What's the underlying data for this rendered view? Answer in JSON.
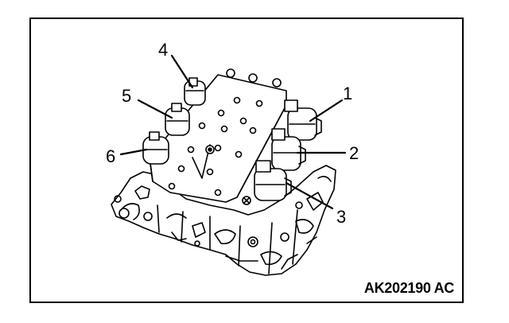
{
  "figure_code": "AK202190 AC",
  "callouts": [
    "1",
    "2",
    "3",
    "4",
    "5",
    "6"
  ]
}
